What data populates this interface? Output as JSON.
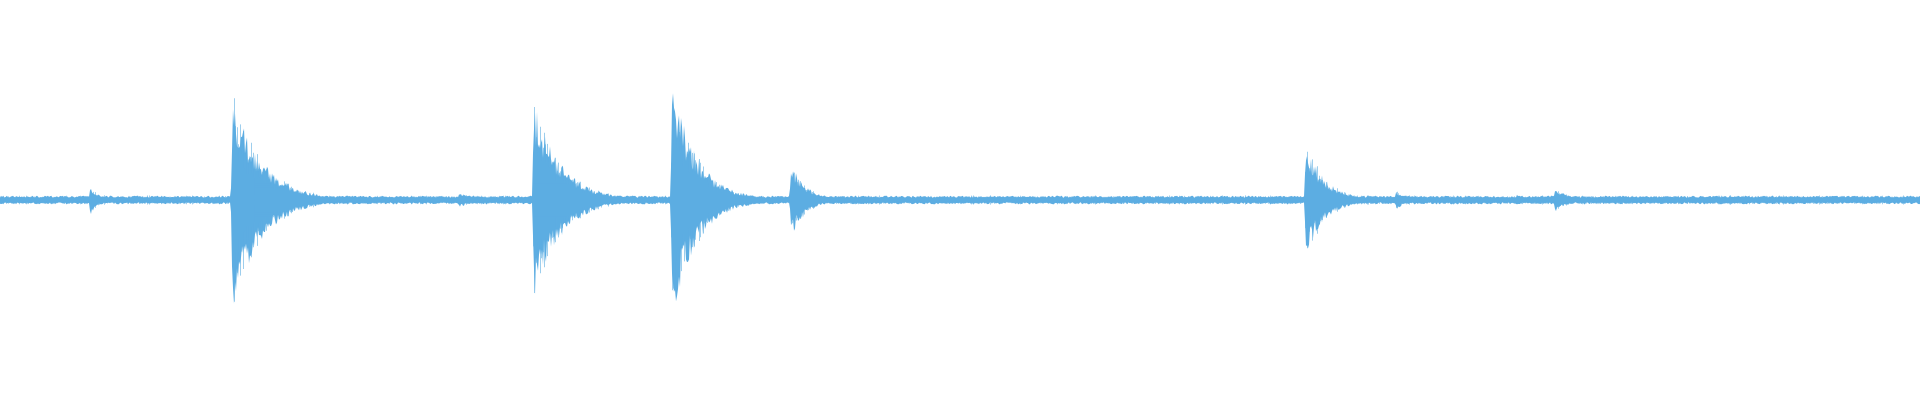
{
  "waveform": {
    "color": "#5DADE2",
    "background": "#FFFFFF",
    "baseline_amplitude": 0.017,
    "transients": [
      {
        "position": 0.047,
        "peak": 0.08,
        "decay": 0.004
      },
      {
        "position": 0.121,
        "peak": 0.58,
        "decay": 0.015
      },
      {
        "position": 0.239,
        "peak": 0.04,
        "decay": 0.01
      },
      {
        "position": 0.278,
        "peak": 0.52,
        "decay": 0.014
      },
      {
        "position": 0.35,
        "peak": 0.62,
        "decay": 0.013
      },
      {
        "position": 0.412,
        "peak": 0.2,
        "decay": 0.008
      },
      {
        "position": 0.68,
        "peak": 0.3,
        "decay": 0.01
      },
      {
        "position": 0.727,
        "peak": 0.05,
        "decay": 0.006
      },
      {
        "position": 0.79,
        "peak": 0.03,
        "decay": 0.004
      },
      {
        "position": 0.81,
        "peak": 0.06,
        "decay": 0.008
      }
    ]
  }
}
